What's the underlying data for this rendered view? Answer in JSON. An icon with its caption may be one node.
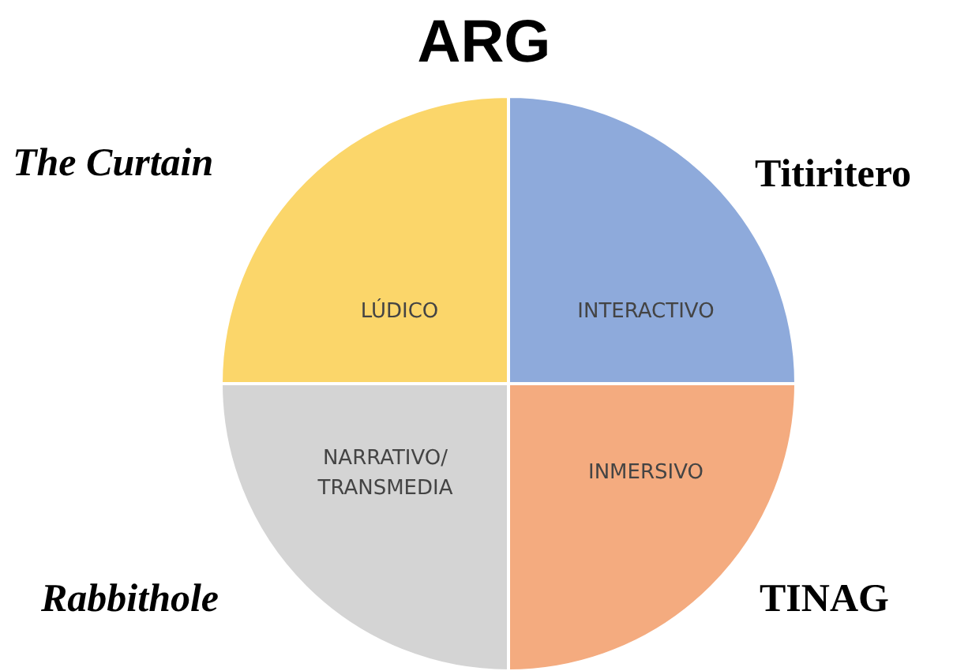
{
  "diagram": {
    "title": "ARG",
    "nodes": [
      {
        "text": [
          "LÚDICO"
        ],
        "beside": [
          "The Curtain"
        ]
      },
      {
        "text": [
          "INTERACTIVO"
        ],
        "beside": [
          "Titiritero"
        ]
      },
      {
        "text": [
          "NARRATIVO/ TRANSMEDIA"
        ],
        "beside": [
          "Rabbithole"
        ]
      },
      {
        "text": [
          "INMERSIVO"
        ],
        "beside": [
          "TINAG"
        ]
      }
    ]
  }
}
